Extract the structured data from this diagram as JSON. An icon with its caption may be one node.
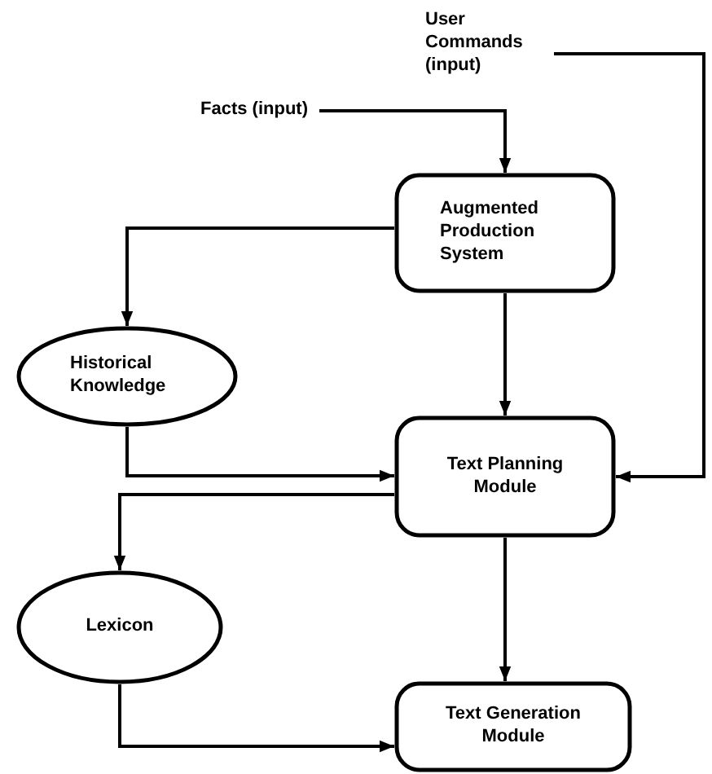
{
  "diagram": {
    "nodes": [
      {
        "text": [
          "User Commands (input)"
        ]
      },
      {
        "text": [
          "Facts (input)"
        ]
      },
      {
        "text": [
          "Augmented Production System"
        ]
      },
      {
        "text": [
          "Historical Knowledge"
        ]
      },
      {
        "text": [
          "Text Planning Module"
        ]
      },
      {
        "text": [
          "Lexicon"
        ]
      },
      {
        "text": [
          "Text Generation Module"
        ]
      }
    ],
    "edges": [
      {
        "from": 0,
        "to": 4,
        "arrow": "to"
      },
      {
        "from": 1,
        "to": 2,
        "arrow": "to"
      },
      {
        "from": 2,
        "to": 3,
        "arrow": "to"
      },
      {
        "from": 2,
        "to": 4,
        "arrow": "to"
      },
      {
        "from": 3,
        "to": 4,
        "arrow": "to"
      },
      {
        "from": 4,
        "to": 5,
        "arrow": "to"
      },
      {
        "from": 4,
        "to": 6,
        "arrow": "to"
      },
      {
        "from": 5,
        "to": 6,
        "arrow": "to"
      }
    ]
  }
}
